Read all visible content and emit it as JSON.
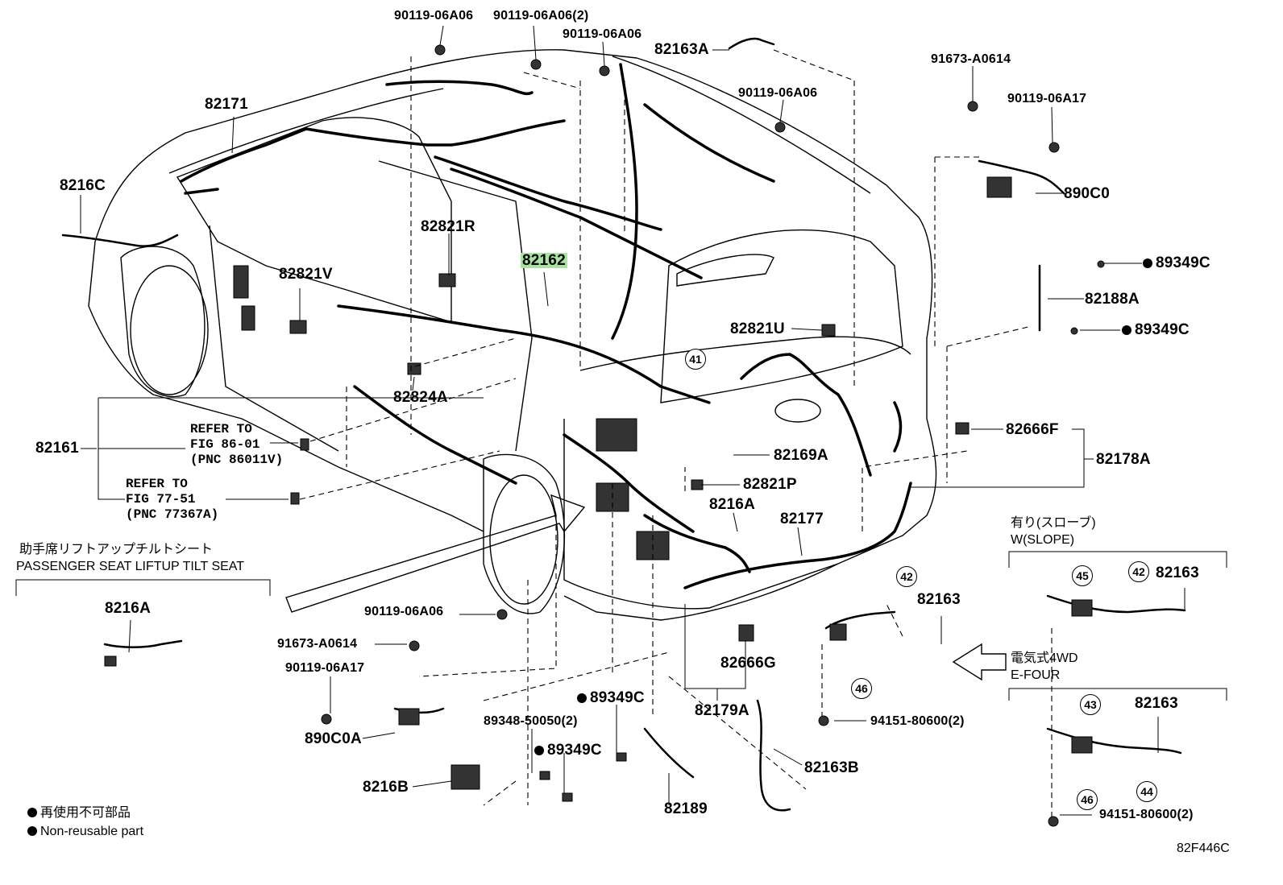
{
  "labels": {
    "p90119_a": "90119-06A06",
    "p90119_b": "90119-06A06(2)",
    "p90119_c": "90119-06A06",
    "p82163A": "82163A",
    "p91673_top": "91673-A0614",
    "p90119_d": "90119-06A06",
    "p90119_17top": "90119-06A17",
    "p890C0": "890C0",
    "p82171": "82171",
    "p8216C": "8216C",
    "p82821R": "82821R",
    "p82162": "82162",
    "p82821V": "82821V",
    "p89349C_1": "89349C",
    "p82188A": "82188A",
    "p89349C_2": "89349C",
    "p82821U": "82821U",
    "p82824A": "82824A",
    "p82666F": "82666F",
    "p82161": "82161",
    "p82169A": "82169A",
    "p82178A": "82178A",
    "p82821P": "82821P",
    "p8216A": "8216A",
    "p82177": "82177",
    "p82163_mid": "82163",
    "p82163_r1": "82163",
    "p8216A_side": "8216A",
    "p90119_e": "90119-06A06",
    "p91673_low": "91673-A0614",
    "p90119_17low": "90119-06A17",
    "p890C0A": "890C0A",
    "p82666G": "82666G",
    "p89349C_3": "89349C",
    "p82179A": "82179A",
    "p89348": "89348-50050(2)",
    "p89349C_4": "89349C",
    "p94151_a": "94151-80600(2)",
    "p82163_r2": "82163",
    "p8216B": "8216B",
    "p82163B": "82163B",
    "p82189": "82189",
    "p94151_b": "94151-80600(2)"
  },
  "refs": {
    "ref1_l1": "REFER TO",
    "ref1_l2": "FIG 86-01",
    "ref1_l3": "(PNC 86011V)",
    "ref2_l1": "REFER TO",
    "ref2_l2": "FIG 77-51",
    "ref2_l3": "(PNC 77367A)"
  },
  "circles": {
    "c41": "41",
    "c42": "42",
    "c42b": "42",
    "c45": "45",
    "c46": "46",
    "c43": "43",
    "c44": "44",
    "c46b": "46"
  },
  "notes": {
    "seat_jp": "助手席リフトアップチルトシート",
    "seat_en": "PASSENGER SEAT LIFTUP TILT SEAT",
    "slope_jp": "有り(スローブ)",
    "slope_en": "W(SLOPE)",
    "efour_jp": "電気式4WD",
    "efour_en": "E-FOUR",
    "legend_jp": "再使用不可部品",
    "legend_en": "Non-reusable part",
    "code": "82F446C"
  },
  "colors": {
    "highlight": "#a8e4a0"
  }
}
